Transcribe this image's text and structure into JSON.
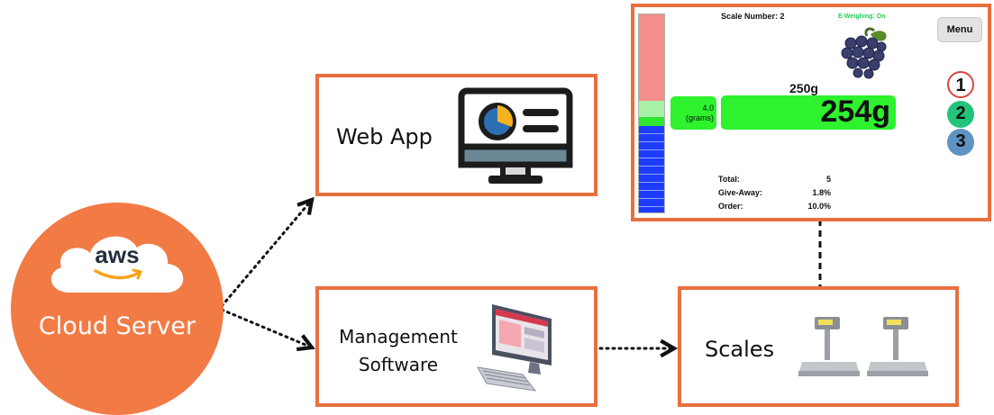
{
  "cloud": {
    "logo": "aws",
    "label": "Cloud Server"
  },
  "web_app": {
    "label": "Web App"
  },
  "management": {
    "line1": "Management",
    "line2": "Software"
  },
  "scales": {
    "label": "Scales"
  },
  "scale_screen": {
    "scale_number": "Scale Number: 2",
    "e_weighing": "E-Weighing: On",
    "menu_label": "Menu",
    "target": "250g",
    "reading": "254g",
    "tolerance_value": "4.0",
    "tolerance_unit": "(grams)",
    "stats": [
      {
        "label": "Total:",
        "value": "5"
      },
      {
        "label": "Give-Away:",
        "value": "1.8%"
      },
      {
        "label": "Order:",
        "value": "10.0%"
      }
    ],
    "buttons": [
      "1",
      "2",
      "3"
    ]
  },
  "colors": {
    "accent": "#e8703f",
    "cloud": "#f27a45",
    "screen_green": "#2ef22e",
    "e_weighing": "#22cc55",
    "bar_blue": "#1e3cff",
    "bar_red": "#f58f8c"
  },
  "icons": [
    "aws-logo-icon",
    "monitor-dashboard-icon",
    "desktop-computer-icon",
    "weighing-scale-icon",
    "grapes-icon"
  ]
}
